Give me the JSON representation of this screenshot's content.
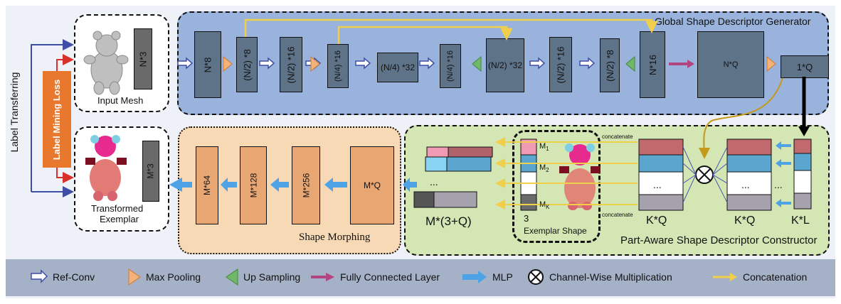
{
  "side_label": "Label Transferring",
  "loss_label": "Label Mining Loss",
  "input_mesh": {
    "caption": "Input Mesh",
    "dim": "N*3"
  },
  "transformed": {
    "caption_line1": "Transformed",
    "caption_line2": "Exemplar",
    "dim": "M*3"
  },
  "global": {
    "title": "Global Shape Descriptor Generator",
    "boxes": [
      "N*8",
      "(N/2) *8",
      "(N/2) *16",
      "(N/4) *16",
      "(N/4) *32",
      "(N/4) *16",
      "(N/2) *32",
      "(N/2) *16",
      "(N/2) *8",
      "N*16",
      "N*Q",
      "1*Q"
    ]
  },
  "morph": {
    "title": "Shape Morphing",
    "boxes": [
      "M*Q",
      "M*256",
      "M*128",
      "M*64"
    ]
  },
  "part_aware": {
    "title": "Part-Aware Shape Descriptor Constructor",
    "concat_top": "concatenate",
    "concat_bottom": "concatenate",
    "m_labels": [
      "M1",
      "M2",
      "MK"
    ],
    "m_subs": [
      "1",
      "2",
      "K"
    ],
    "dots": "...",
    "exemplar_num": "3",
    "exemplar_caption": "Exemplar Shape",
    "mq_label": "M*(3+Q)",
    "kq1_label": "K*Q",
    "kq2_label": "K*Q",
    "kl_label": "K*L",
    "mult_symbol": "X"
  },
  "legend": {
    "items": [
      "Ref-Conv",
      "Max Pooling",
      "Up Sampling",
      "Fully Connected Layer",
      "MLP",
      "Channel-Wise Multiplication",
      "Concatenation"
    ]
  },
  "colors": {
    "global_bg": "#9ab3dc",
    "morph_bg": "#f8d9b5",
    "part_bg": "#d3e6b3",
    "dark_box": "#5e7388",
    "orange_box": "#e8a673",
    "loss": "#e8782e",
    "arrow_blue": "#4a58b0",
    "pool_orange": "#f3b27a",
    "up_green": "#71b86b",
    "fc_magenta": "#b24480",
    "mlp_blue": "#4ea3e6",
    "concat_yellow": "#f0d04a",
    "legend_bg": "#a5b1c7"
  }
}
